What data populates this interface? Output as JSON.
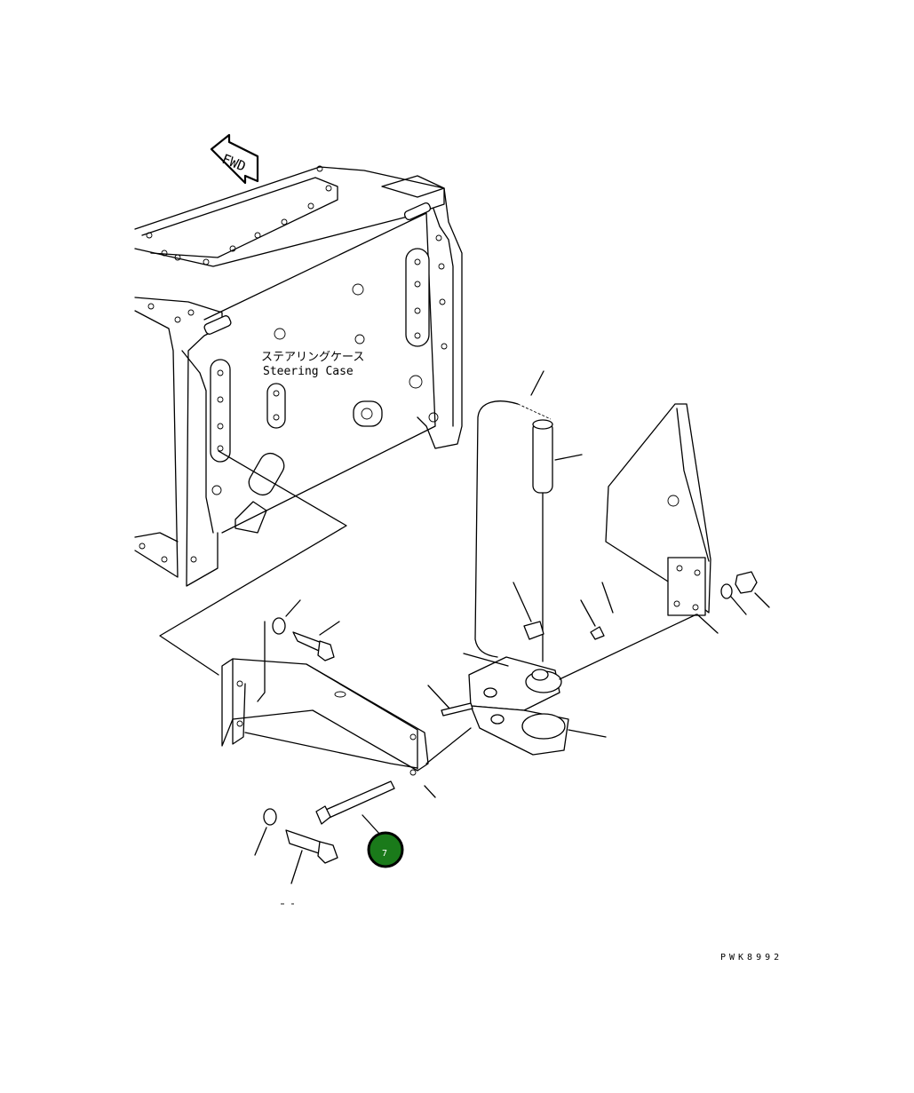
{
  "direction_marker": "FWD",
  "labels": {
    "steering_case_jp": "ステアリングケース",
    "steering_case_en": "Steering Case"
  },
  "highlighted_part": {
    "number": "7",
    "color": "#1a7a1a"
  },
  "drawing_code": "PWK8992",
  "line_color": "#000000",
  "background": "#ffffff"
}
